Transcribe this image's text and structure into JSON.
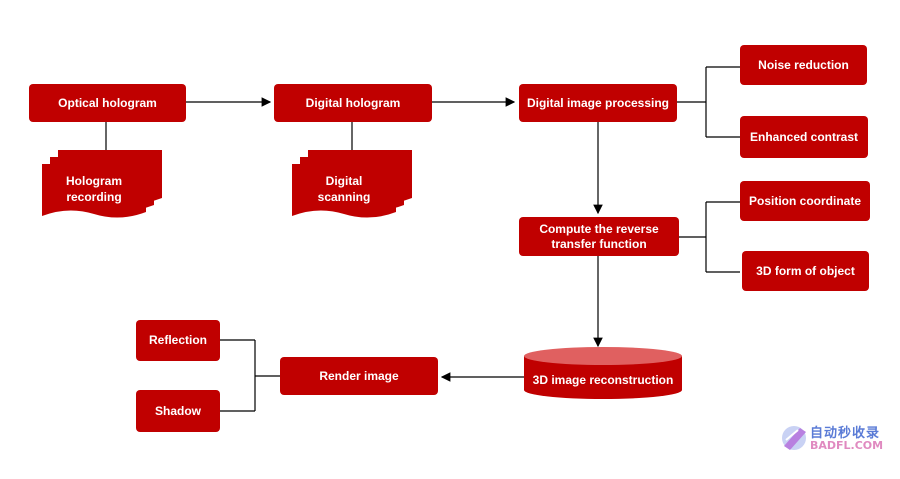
{
  "nodes": {
    "optical_hologram": "Optical hologram",
    "digital_hologram": "Digital hologram",
    "digital_image_processing": "Digital image processing",
    "noise_reduction": "Noise reduction",
    "enhanced_contrast": "Enhanced contrast",
    "hologram_recording_1": "Hologram",
    "hologram_recording_2": "recording",
    "digital_scanning_1": "Digital",
    "digital_scanning_2": "scanning",
    "compute_reverse_1": "Compute the reverse",
    "compute_reverse_2": "transfer function",
    "position_coordinate": "Position coordinate",
    "form_3d": "3D form of object",
    "reflection": "Reflection",
    "render_image": "Render image",
    "reconstruction_3d": "3D image reconstruction",
    "shadow": "Shadow"
  },
  "watermark": {
    "cn": "自动秒收录",
    "en": "BADFL.COM"
  },
  "colors": {
    "node_fill": "#c00000",
    "node_text": "#ffffff",
    "connector": "#000000"
  }
}
